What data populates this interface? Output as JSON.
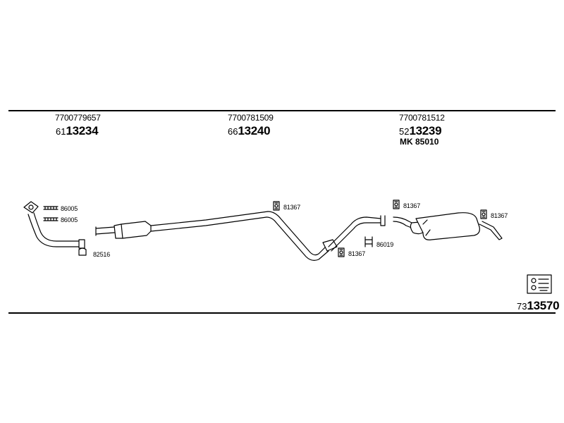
{
  "assembly": {
    "number_prefix": "73",
    "number_main": "13570"
  },
  "parts": [
    {
      "oe": "7700779657",
      "prefix": "61",
      "main": "13234"
    },
    {
      "oe": "7700781509",
      "prefix": "66",
      "main": "13240"
    },
    {
      "oe": "7700781512",
      "prefix": "52",
      "main": "13239",
      "extra": "MK  85010"
    }
  ],
  "callouts": [
    {
      "label": "86005"
    },
    {
      "label": "86005"
    },
    {
      "label": "82516"
    },
    {
      "label": "81367"
    },
    {
      "label": "81367"
    },
    {
      "label": "86019"
    },
    {
      "label": "81367"
    },
    {
      "label": "81367"
    }
  ]
}
